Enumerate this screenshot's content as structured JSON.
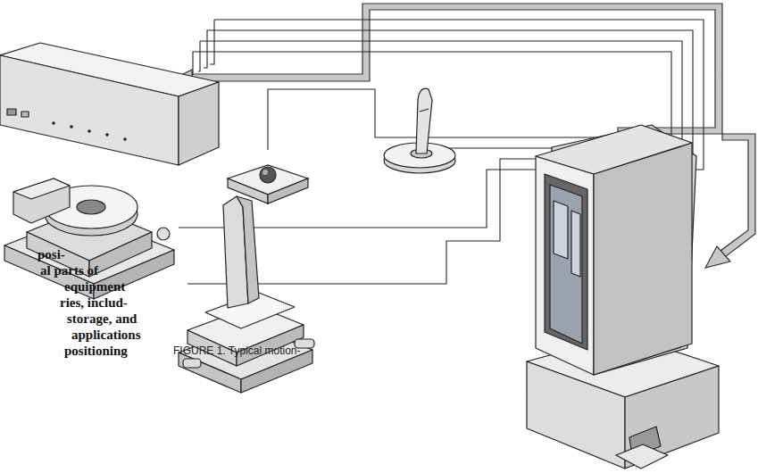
{
  "diagram": {
    "caption": "FIGURE 1. Typical motion-",
    "labels": [
      "posi-",
      "al parts of",
      "equipment",
      "ries, includ-",
      "storage, and",
      "applications",
      "positioning"
    ]
  }
}
